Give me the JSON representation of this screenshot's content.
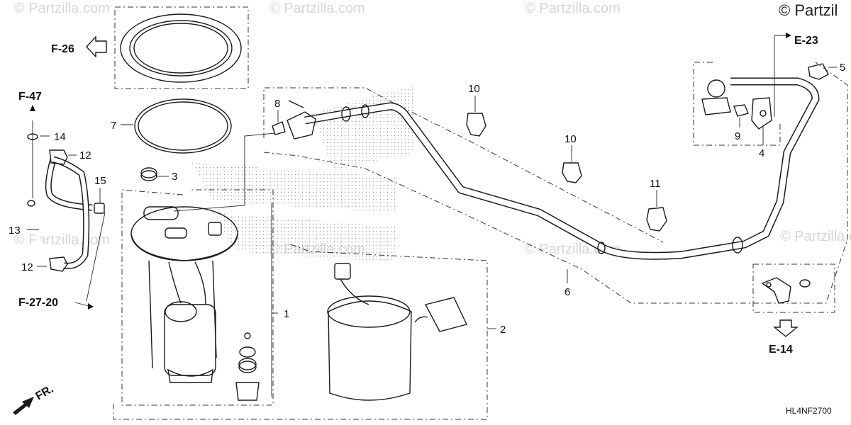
{
  "watermark": {
    "repeat_text": "© Partzilla.com",
    "corner_text": "© Partzil"
  },
  "diagram_code": "HL4NF2700",
  "front_marker": "FR.",
  "references": {
    "f26": "F-26",
    "f47": "F-47",
    "f27_20": "F-27-20",
    "e23": "E-23",
    "e14": "E-14"
  },
  "callouts": {
    "p1": "1",
    "p2": "2",
    "p3": "3",
    "p4": "4",
    "p5": "5",
    "p6": "6",
    "p7": "7",
    "p8": "8",
    "p9": "9",
    "p10a": "10",
    "p10b": "10",
    "p11": "11",
    "p12a": "12",
    "p12b": "12",
    "p13": "13",
    "p14": "14",
    "p15": "15"
  }
}
